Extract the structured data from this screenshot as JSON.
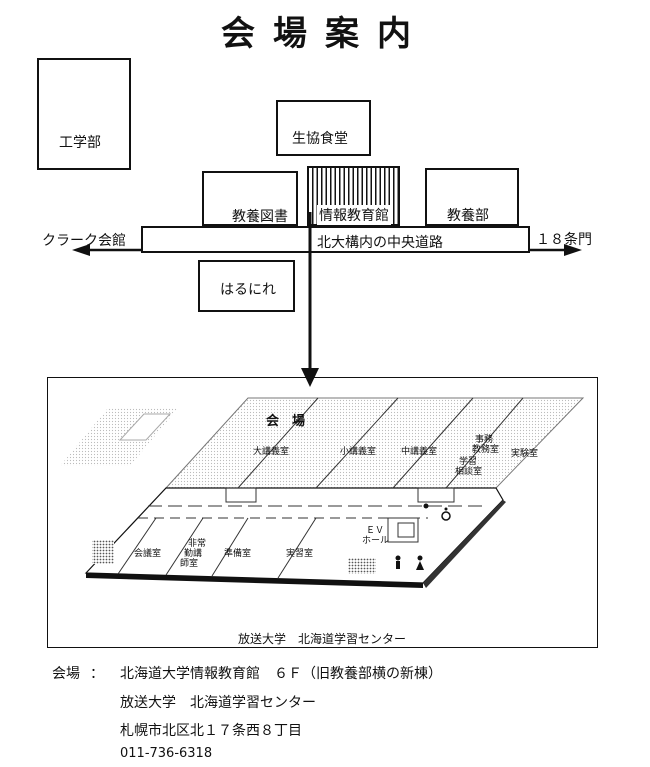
{
  "title": "会場案内",
  "map": {
    "buildings": {
      "engineering": "工学部",
      "coop_cafeteria": "生協食堂",
      "library": "教養図書",
      "info_edu_hall": "情報教育館",
      "liberal_arts": "教養部",
      "harunire": "はるにれ"
    },
    "road": {
      "central_road": "北大構内の中央道路",
      "left_destination": "クラーク会館",
      "right_destination": "１８条門"
    }
  },
  "floor_plan": {
    "venue_label": "会　場",
    "rooms": {
      "large_lecture": "大講義室",
      "small_lecture": "小講義室",
      "medium_lecture": "中講義室",
      "office": "事務",
      "office2": "教務室",
      "study_consult_1": "学習",
      "study_consult_2": "相談室",
      "lab": "実験室",
      "meeting": "会議室",
      "part_time_1": "非常",
      "part_time_2": "勤講",
      "part_time_3": "師室",
      "prep": "準備室",
      "practice": "実習室",
      "hall_1": "ＥＶ",
      "hall_2": "ホール"
    },
    "caption": "放送大学　北海道学習センター"
  },
  "info": {
    "venue_key": "会場",
    "separator": "：",
    "venue_line1": "北海道大学情報教育館　６Ｆ（旧教養部横の新棟）",
    "venue_line2": "放送大学　北海道学習センター",
    "address": "札幌市北区北１７条西８丁目",
    "phone": "011-736-6318"
  }
}
